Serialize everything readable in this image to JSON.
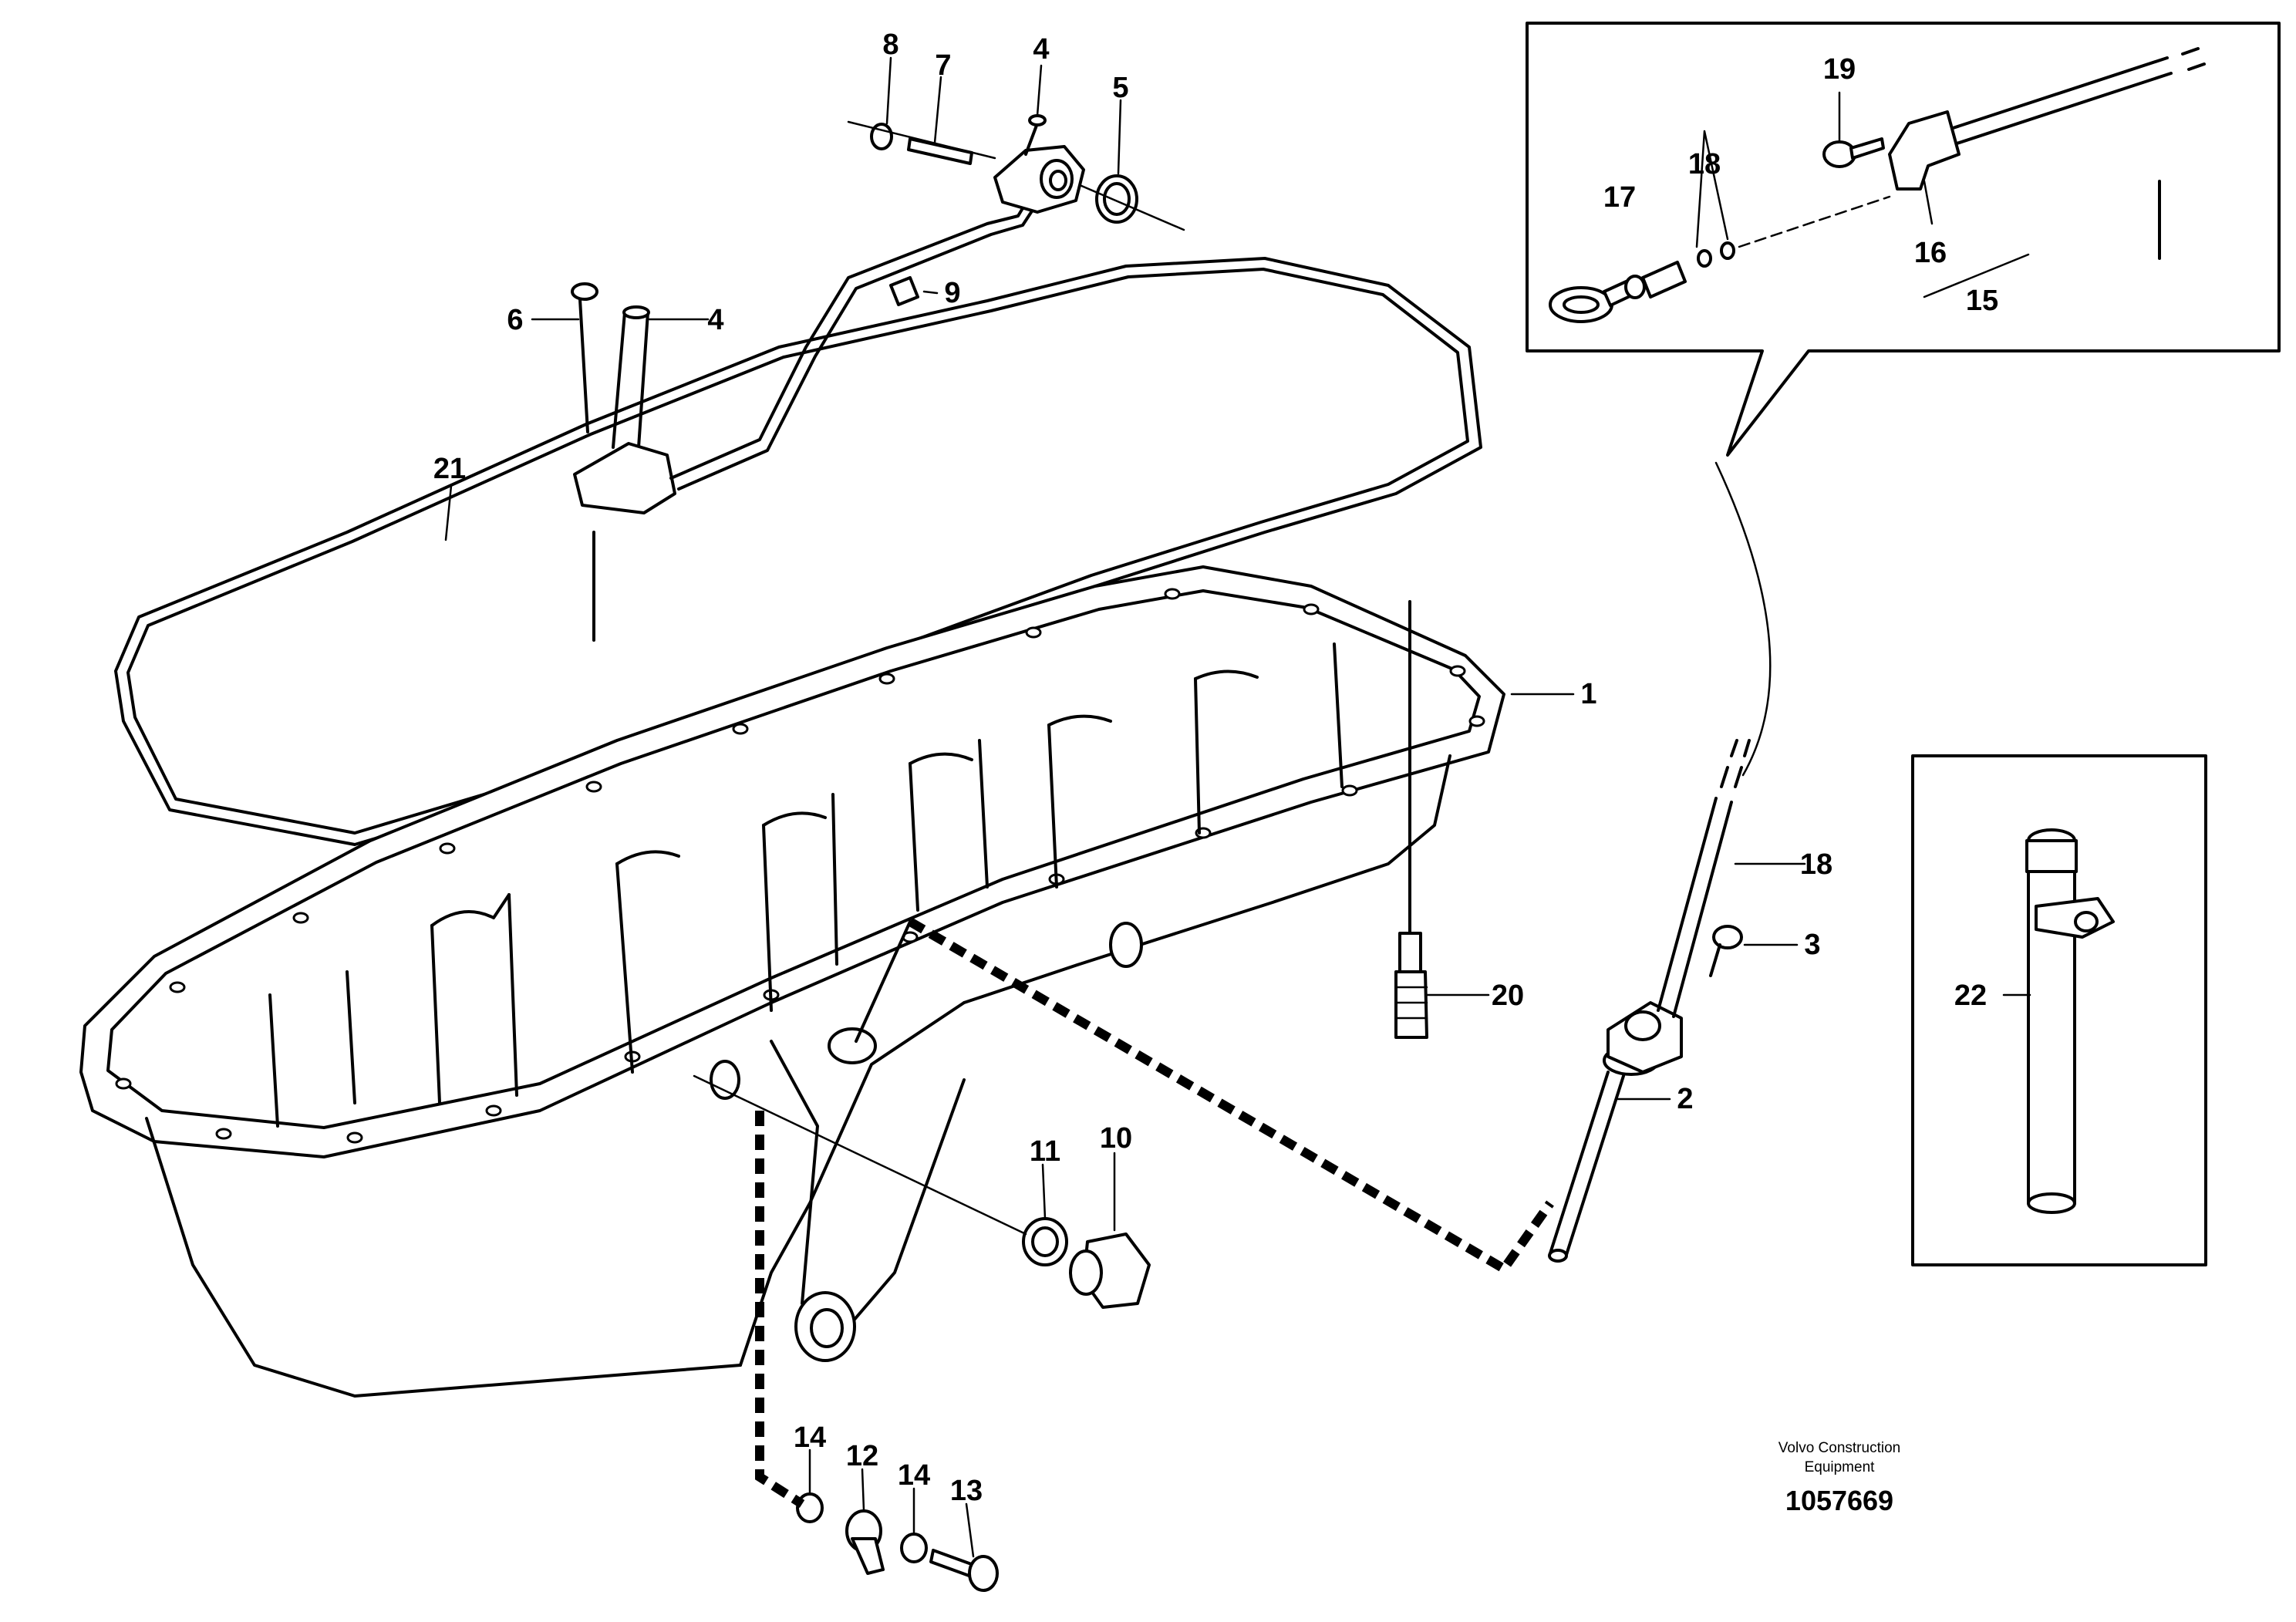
{
  "diagram": {
    "part_labels": [
      "1",
      "2",
      "3",
      "4",
      "4",
      "5",
      "6",
      "7",
      "8",
      "9",
      "10",
      "11",
      "12",
      "13",
      "14",
      "14",
      "15",
      "16",
      "17",
      "18",
      "18",
      "19",
      "20",
      "21",
      "22"
    ],
    "publisher": {
      "line1": "Volvo Construction",
      "line2": "Equipment"
    },
    "illustration_number": "1057669"
  }
}
